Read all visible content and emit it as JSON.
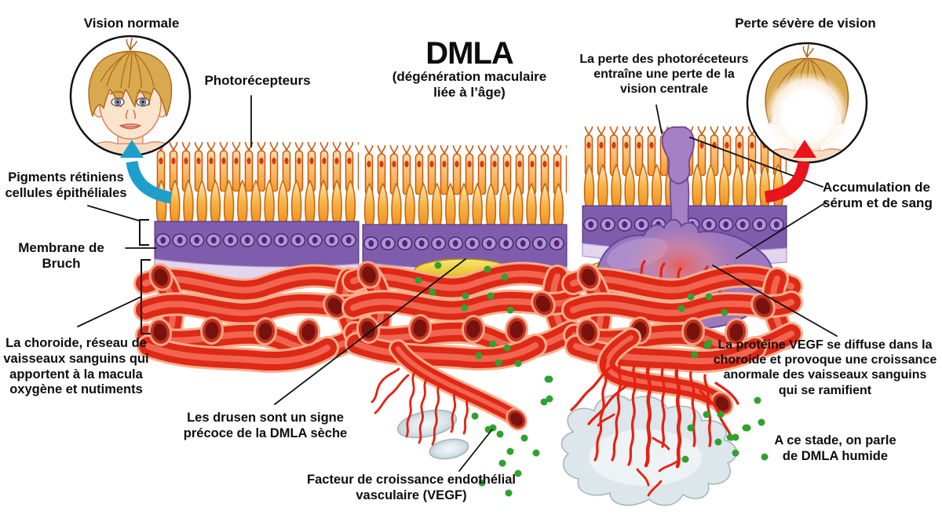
{
  "title": {
    "main": "DMLA",
    "subtitle": "(dégénération maculaire\nliée à l’âge)"
  },
  "captions": {
    "left_face": "Vision normale",
    "right_face": "Perte sévère de vision"
  },
  "annotations": {
    "photoreceptors": "Photorécepteurs",
    "photoreceptor_loss": "La perte des photoréceteurs\nentraîne une perte de la\nvision centrale",
    "retinal_pigments": "Pigments rétiniens\ncellules épithéliales",
    "bruch_membrane": "Membrane de\nBruch",
    "choroid": "La choroide, réseau de\nvaisseaux sanguins qui\napportent à la macula\noxygène et nutiments",
    "drusen": "Les drusen sont un signe\nprécoce de la DMLA sèche",
    "vegf": "Facteur de croissance endothélial\nvasculaire (VEGF)",
    "serum_accumulation": "Accumulation de\nsérum et de sang",
    "vegf_diffusion": "La protéine VEGF se diffuse dans la\nchoroide et provoque une croissance\nanormale des vaisseaux sanguins\nqui se ramifient",
    "wet_amd_stage": "A ce stade, on parle\nde DMLA humide"
  },
  "colors": {
    "arrow_blue": "#1E9FCB",
    "arrow_red": "#E8141B",
    "vegf_dot_green": "#2FA12F",
    "drusen_yellow": "#EDCC3A",
    "vessel_red": "#DE2917",
    "epithelium_purple": "#7E5DAD",
    "photoreceptor_orange": "#F7B344",
    "blob_purple": "#9C79BE",
    "membrane_lavender": "#E4D5EE"
  }
}
